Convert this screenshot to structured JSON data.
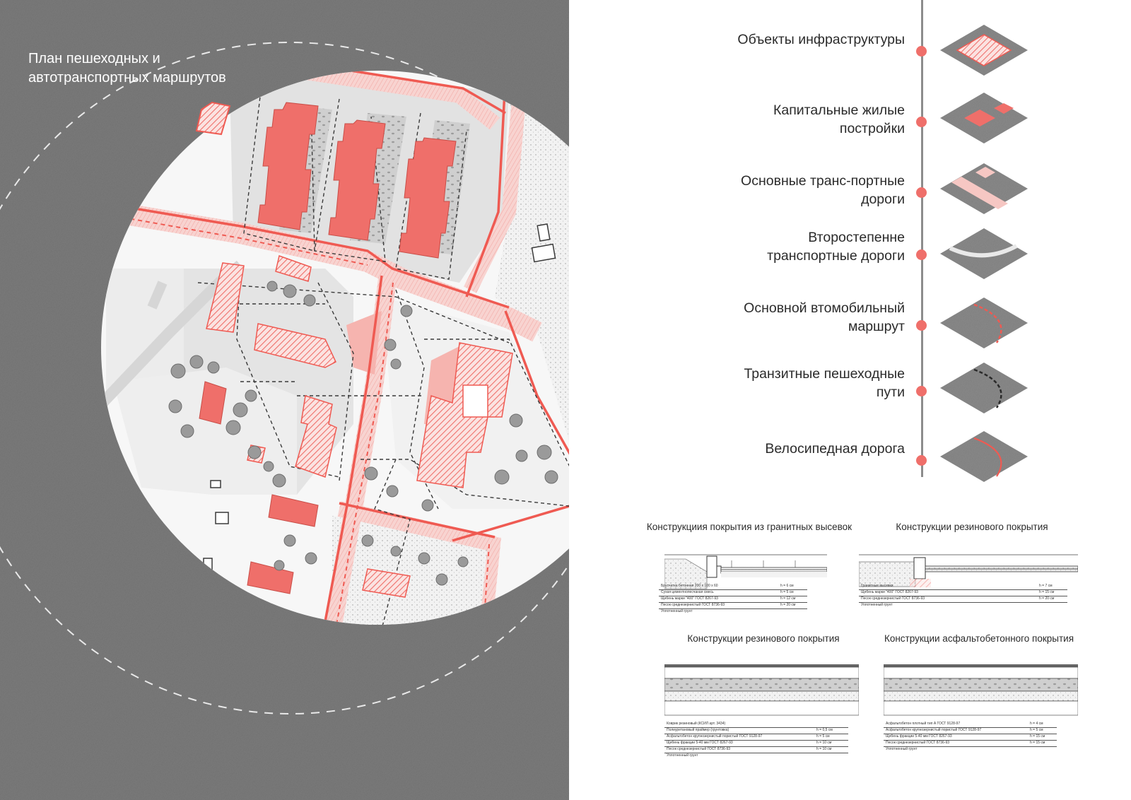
{
  "title": "План пешеходных и автотранспортных маршрутов",
  "colors": {
    "accent": "#ef6f6a",
    "accent_light": "#f6c7c3",
    "background_dark": "#7b7b7b",
    "legend_tile": "#7f7f7f",
    "axis": "#8c8c8c"
  },
  "legend": [
    {
      "label": "Объекты инфраструктуры",
      "tile": "hatched-diamond-tile"
    },
    {
      "label": "Капитальные жилые постройки",
      "tile": "buildings-tile"
    },
    {
      "label": "Основные транс-портные дороги",
      "tile": "main-roads-tile"
    },
    {
      "label": "Второстепенне транспортные дороги",
      "tile": "secondary-road-tile"
    },
    {
      "label": "Основной втомобильный маршрут",
      "tile": "car-route-tile"
    },
    {
      "label": "Транзитные пешеходные пути",
      "tile": "pedestrian-route-tile"
    },
    {
      "label": "Велосипедная дорога",
      "tile": "bike-road-tile"
    }
  ],
  "sections": [
    {
      "title": "Конструкциия покрытия из гранитных высевок",
      "rows": [
        {
          "text": "Брусчатка бетонная 200 х 100 х 60",
          "h": "h = 6 см"
        },
        {
          "text": "Сухая цементнопесчаная смесь",
          "h": "h = 5 см"
        },
        {
          "text": "Щебень марки \"400\" ГОСТ 8267-93",
          "h": "h = 12 см"
        },
        {
          "text": "Песок среднезернистый ГОСТ 8736-93",
          "h": "h = 20 см"
        },
        {
          "text": "Уплотненный грунт",
          "h": ""
        }
      ]
    },
    {
      "title": "Конструкции резинового покрытия",
      "rows": [
        {
          "text": "Гранитные высевки",
          "h": "h = 7 см"
        },
        {
          "text": "Щебень марки \"400\" ГОСТ 8267-93",
          "h": "h = 15 см"
        },
        {
          "text": "Песок среднезернистый ГОСТ 8736-93",
          "h": "h = 20 см"
        },
        {
          "text": "Уплотненный грунт",
          "h": ""
        }
      ]
    },
    {
      "title": "Конструкции резинового покрытия",
      "rows": [
        {
          "text": "Коврик резиновый (КСИЛ арт. 3434)",
          "h": ""
        },
        {
          "text": "Полиуретановый праймер (грунтовка)",
          "h": "h = 0,5 см"
        },
        {
          "text": "Асфальтобетон крупнозернистый пористый ГОСТ 9128-97",
          "h": "h = 5 см"
        },
        {
          "text": "Щебень фракции 5-40 мм ГОСТ 8267-93",
          "h": "h = 10 см"
        },
        {
          "text": "Песок среднезернистый ГОСТ 8736-93",
          "h": "h = 10 см"
        },
        {
          "text": "Уплотненный грунт",
          "h": ""
        }
      ]
    },
    {
      "title": "Конструкции асфальтобетонного покрытия",
      "rows": [
        {
          "text": "Асфальтобетон плотный тип А ГОСТ 9128-97",
          "h": "h = 4 см"
        },
        {
          "text": "Асфальтобетон крупнозернистый пористый ГОСТ 9128-97",
          "h": "h = 5 см"
        },
        {
          "text": "Щебень фракции 5-40 мм ГОСТ 8267-93",
          "h": "h = 15 см"
        },
        {
          "text": "Песок среднезернистый ГОСТ 8736-93",
          "h": "h = 15 см"
        },
        {
          "text": "Уплотненный грунт",
          "h": ""
        }
      ]
    }
  ]
}
